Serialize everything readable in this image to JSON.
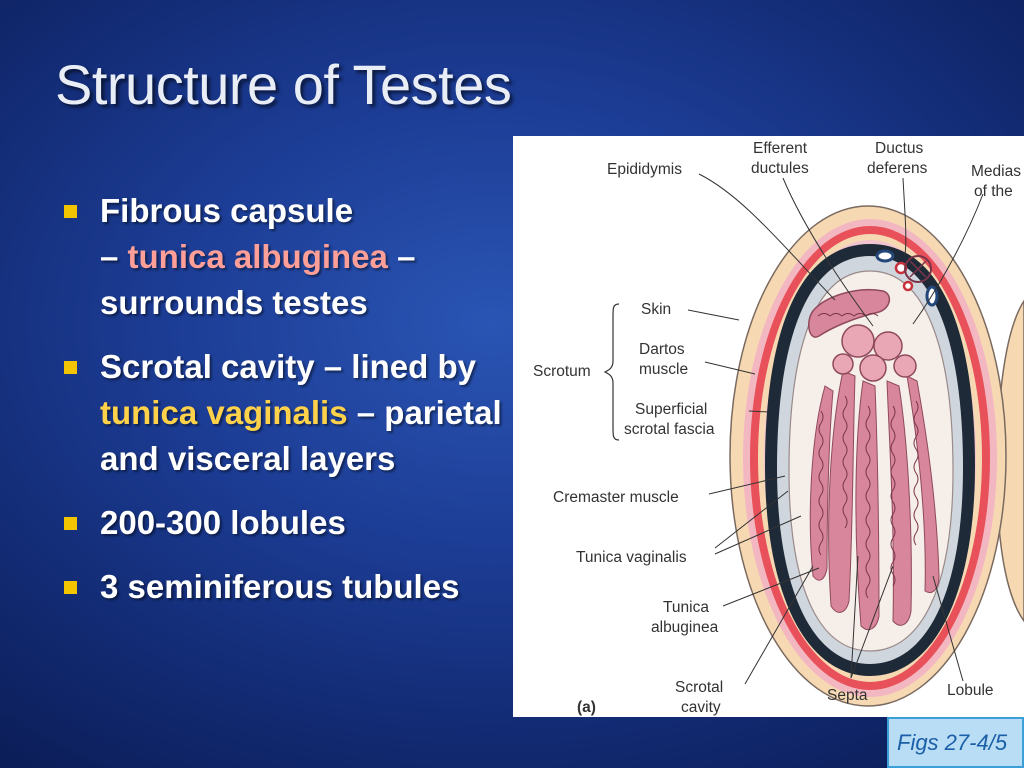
{
  "slide": {
    "title": "Structure of Testes",
    "bullets": [
      {
        "part1": "Fibrous capsule",
        "part2": "– ",
        "highlight": "tunica albuginea",
        "part3": " – surrounds testes"
      },
      {
        "part1": "Scrotal cavity – lined by ",
        "highlight": "tunica vaginalis",
        "part2": " – parietal and visceral layers"
      },
      {
        "text": "200-300 lobules"
      },
      {
        "text": "3 seminiferous tubules"
      }
    ],
    "figure_reference": "Figs 27-4/5"
  },
  "diagram": {
    "panel_label": "(a)",
    "labels": {
      "epididymis": "Epididymis",
      "efferent_ductules_1": "Efferent",
      "efferent_ductules_2": "ductules",
      "ductus_deferens_1": "Ductus",
      "ductus_deferens_2": "deferens",
      "mediastinum_1": "Medias",
      "mediastinum_2": "of the",
      "skin": "Skin",
      "dartos_1": "Dartos",
      "dartos_2": "muscle",
      "scrotum": "Scrotum",
      "superficial_1": "Superficial",
      "superficial_2": "scrotal fascia",
      "cremaster": "Cremaster muscle",
      "tunica_vaginalis": "Tunica vaginalis",
      "tunica_albuginea_1": "Tunica",
      "tunica_albuginea_2": "albuginea",
      "scrotal_cavity_1": "Scrotal",
      "scrotal_cavity_2": "cavity",
      "septa": "Septa",
      "lobule": "Lobule"
    }
  },
  "colors": {
    "bullet_square": "#f3c400",
    "highlight_pink": "#ff9f98",
    "highlight_yellow": "#ffd24a",
    "fig_ref_text": "#1a5fa8"
  }
}
